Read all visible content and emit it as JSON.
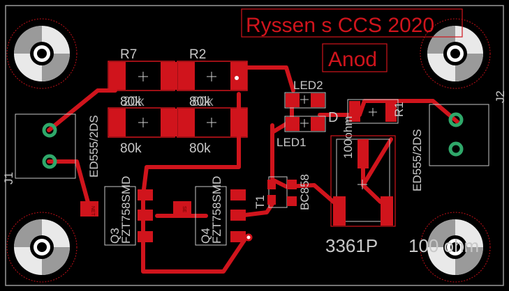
{
  "board": {
    "title_text": "Ryssen's CCS 2020",
    "title_display": "Ryssen s CCS 2020",
    "anode_label": "Anod",
    "colors": {
      "background": "#000000",
      "copper": "#d0141c",
      "silk": "#c8c8c8",
      "pad_green": "#2fa86a",
      "outline": "#9a9a9a",
      "hole": "#ffffff"
    }
  },
  "labels": {
    "r7": "R7",
    "r2": "R2",
    "r7_val": "80k",
    "r2_val": "80k",
    "r_small_val_a": "20k",
    "r_small_val_b": "80k",
    "r3_val": "80k",
    "r4_val": "80k",
    "led2": "LED2",
    "led1": "LED1",
    "r1": "R1",
    "r1_val": "100ohm",
    "j1": "J1",
    "j2": "J2",
    "ed_left": "ED555/2DS",
    "ed_right": "ED555/2DS",
    "q3": "Q3",
    "q4": "Q4",
    "q3_part": "FZT758SMD",
    "q4_part": "FZT758SMD",
    "t1": "T1",
    "bc": "BC858",
    "pot_part": "3361P",
    "pot_value": "100 ohm",
    "pot_name": "D",
    "pad_tag_left": "NET",
    "pad_tag_right": "SE"
  }
}
